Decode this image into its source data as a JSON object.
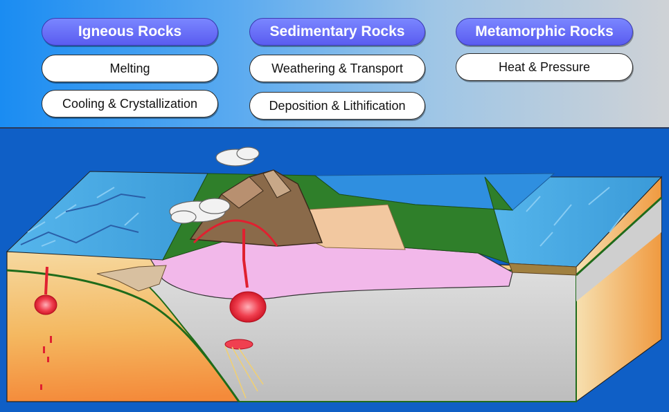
{
  "categories": {
    "igneous": {
      "label": "Igneous Rocks",
      "steps": [
        "Melting",
        "Cooling & Crystallization"
      ]
    },
    "sedimentary": {
      "label": "Sedimentary Rocks",
      "steps": [
        "Weathering & Transport",
        "Deposition & Lithification"
      ]
    },
    "metamorphic": {
      "label": "Metamorphic Rocks",
      "steps": [
        "Heat & Pressure"
      ]
    }
  },
  "colors": {
    "header_pill": "#5a5cf0",
    "ocean": "#3aa0e0",
    "land": "#2f7f2a",
    "magma": "#e02030",
    "mantle": "#f0b050",
    "sediment": "#f2c8a0",
    "metamorphic_zone": "#f2b8ea",
    "mountain": "#8a6a4a"
  }
}
